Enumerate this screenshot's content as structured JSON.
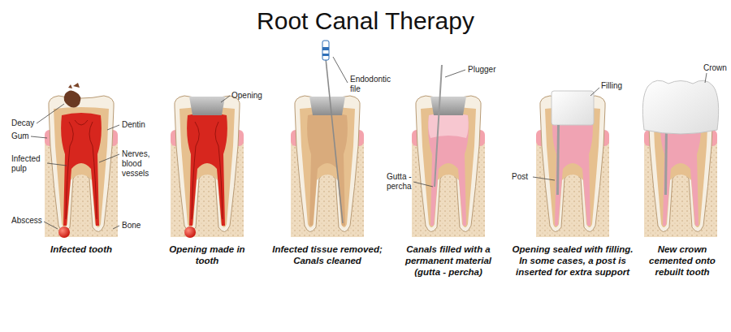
{
  "diagram": {
    "title": "Root Canal Therapy",
    "labels": [
      "Decay",
      "Gum",
      "Infected pulp",
      "Abscess",
      "Dentin",
      "Nerves, blood vessels",
      "Bone",
      "Infected tooth",
      "Opening",
      "Opening made in tooth",
      "Endodontic file",
      "Infected tissue removed; Canals cleaned",
      "Plugger",
      "Gutta - percha",
      "Canals filled with a permanent material (gutta - percha)",
      "Filling",
      "Post",
      "Opening sealed with filling. In some cases, a post is inserted for extra support",
      "Crown",
      "New crown cemented onto rebuilt tooth"
    ]
  }
}
